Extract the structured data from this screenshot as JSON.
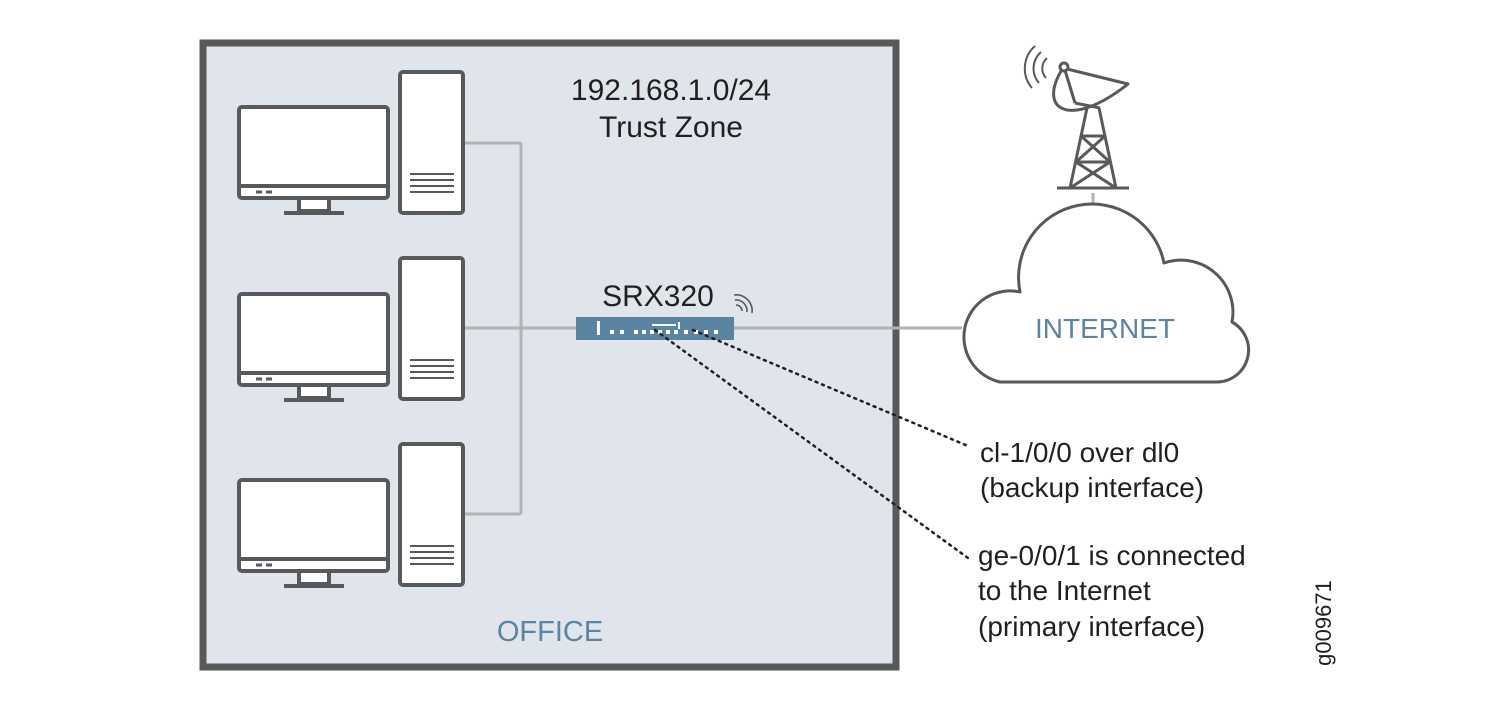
{
  "office": {
    "subnet": "192.168.1.0/24",
    "zone": "Trust Zone",
    "label": "OFFICE"
  },
  "device": {
    "model": "SRX320"
  },
  "internet": {
    "label": "INTERNET"
  },
  "annotations": {
    "backup_line1": "cl-1/0/0 over dl0",
    "backup_line2": "(backup interface)",
    "primary_line1": "ge-0/0/1 is connected",
    "primary_line2": "to the Internet",
    "primary_line3": "(primary interface)"
  },
  "figure_id": "g009671",
  "colors": {
    "zone_fill": "#dfe5ea",
    "zone_border": "#58595b",
    "device": "#5a84a2",
    "link": "#b3b3b3",
    "icon_stroke": "#58595b",
    "text_dark": "#231f20",
    "text_blue": "#5a84a2"
  }
}
